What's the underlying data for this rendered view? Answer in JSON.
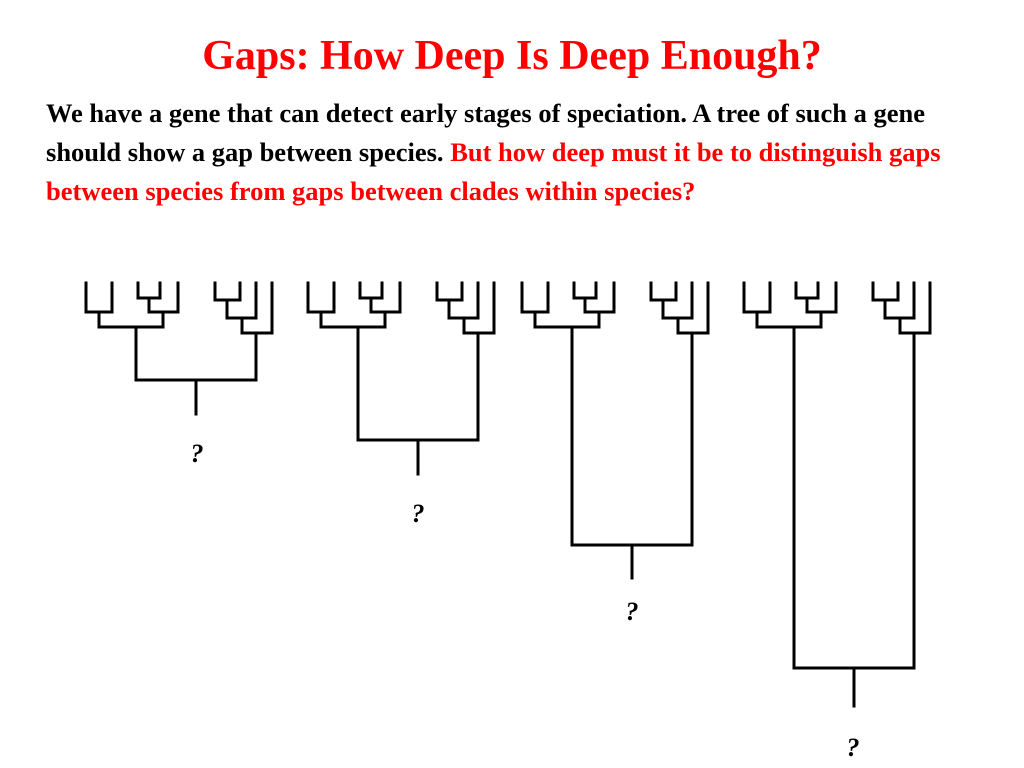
{
  "colors": {
    "accent": "#ff0000",
    "text": "#000000",
    "lines": "#000000"
  },
  "slide": {
    "title": "Gaps: How Deep Is Deep Enough?",
    "body_plain": "We have a gene that can detect early stages of speciation. A tree of such a gene should show a gap between species. ",
    "body_emphasis": "But how deep must it be to distinguish gaps between species from gaps between clades within species?"
  },
  "trees": [
    {
      "root_label": "?"
    },
    {
      "root_label": "?"
    },
    {
      "root_label": "?"
    },
    {
      "root_label": "?"
    }
  ]
}
